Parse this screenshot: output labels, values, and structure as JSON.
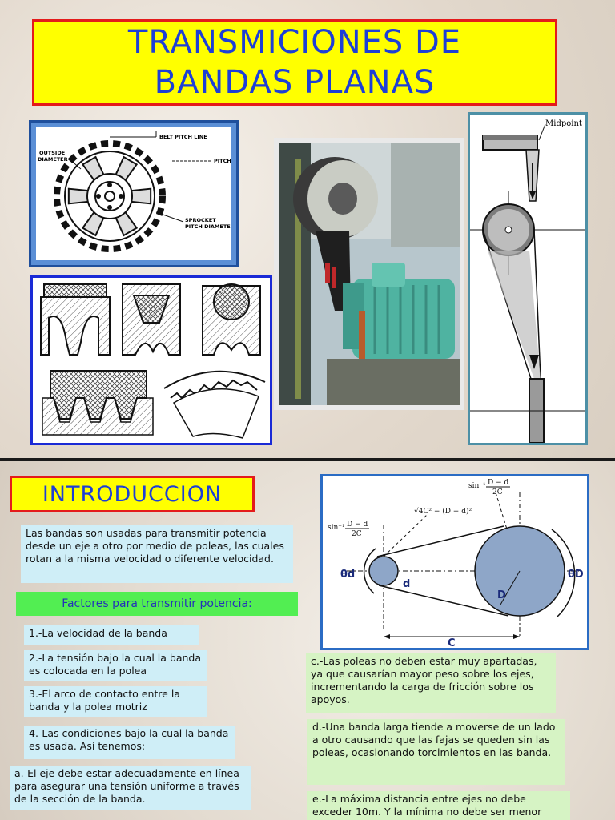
{
  "slide1": {
    "title": "TRANSMICIONES DE\nBANDAS PLANAS",
    "sprocket": {
      "belt_pitch_line": "BELT PITCH LINE",
      "outside_diameter_1": "OUTSIDE",
      "outside_diameter_2": "DIAMETER",
      "pitch": "PITCH",
      "sprocket_1": "SPROCKET",
      "sprocket_2": "PITCH DIAMETER"
    },
    "pulley": {
      "midpoint": "Midpoint"
    }
  },
  "slide2": {
    "heading": "INTRODUCCION",
    "intro": "Las bandas son usadas para transmitir potencia desde un eje a otro por medio de poleas, las cuales rotan a la misma velocidad o diferente velocidad.",
    "factors_title": "Factores para transmitir potencia:",
    "f1": "1.-La velocidad de la banda",
    "f2": "2.-La tensión bajo la cual la banda es colocada en la polea",
    "f3": "3.-El arco de contacto entre la banda y la polea motriz",
    "f4": "4.-Las condiciones bajo la cual la banda es usada. Así tenemos:",
    "fa": "a.-El eje debe estar adecuadamente en línea para asegurar una tensión uniforme a través de la sección de la banda.",
    "fc": "c.-Las poleas no deben estar muy apartadas, ya que causarían mayor peso sobre los ejes, incrementando la carga de fricción sobre los apoyos.",
    "fd": "d.-Una banda larga tiende a moverse de un lado a otro causando que las fajas se queden sin las poleas, ocasionando torcimientos en las banda.",
    "fe": "e.-La máxima distancia entre ejes no debe exceder 10m. Y la mínima no debe ser menor",
    "geometry": {
      "sin_top": "sin⁻¹",
      "frac_top": "D − d",
      "frac_bot": "2C",
      "sqrt": "√4C² − (D − d)²",
      "theta_d": "θd",
      "theta_D": "θD",
      "d": "d",
      "D": "D",
      "C": "C"
    }
  }
}
